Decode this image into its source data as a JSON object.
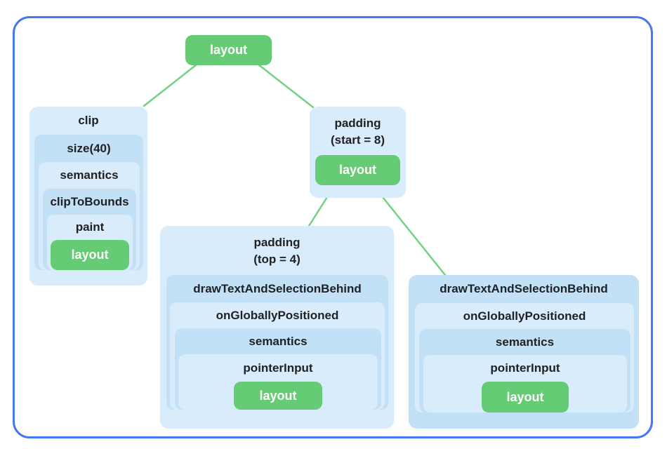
{
  "colors": {
    "frame_border": "#4478ec",
    "box_light_blue": "#d9ecfb",
    "box_dark_blue": "#c2e1f7",
    "leaf_green": "#66cb75",
    "connector_green": "#72d182",
    "label_text": "#202124",
    "leaf_text": "#ffffff"
  },
  "tree": {
    "root": {
      "label": "layout"
    },
    "clip_branch": {
      "levels": [
        "clip",
        "size(40)",
        "semantics",
        "clipToBounds",
        "paint"
      ],
      "leaf": "layout"
    },
    "padding_start_branch": {
      "label_line1": "padding",
      "label_line2": "(start = 8)",
      "leaf": "layout"
    },
    "padding_top_branch": {
      "label_line1": "padding",
      "label_line2": "(top = 4)",
      "levels": [
        "drawTextAndSelectionBehind",
        "onGloballyPositioned",
        "semantics",
        "pointerInput"
      ],
      "leaf": "layout"
    },
    "draw_text_branch": {
      "levels": [
        "drawTextAndSelectionBehind",
        "onGloballyPositioned",
        "semantics",
        "pointerInput"
      ],
      "leaf": "layout"
    }
  }
}
